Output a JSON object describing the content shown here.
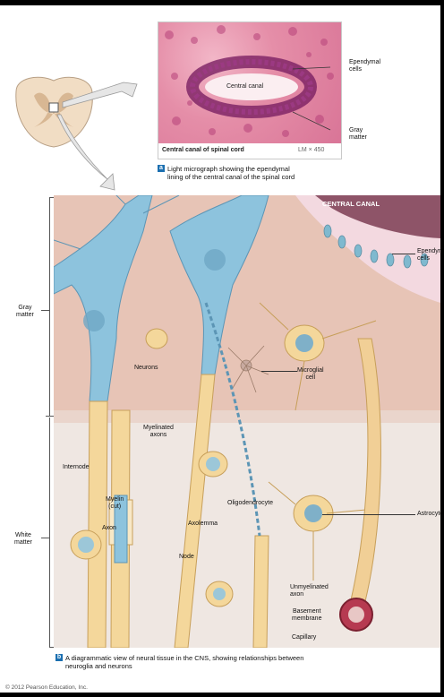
{
  "micrograph": {
    "center_label": "Central canal",
    "ependymal_label": "Ependymal\ncells",
    "gray_label": "Gray\nmatter",
    "footer_left": "Central canal of spinal cord",
    "footer_right": "LM × 450"
  },
  "caption_a": {
    "badge": "a",
    "line1": "Light micrograph showing the ependymal",
    "line2": "lining of the central canal of the spinal cord"
  },
  "diagram": {
    "central_canal": "CENTRAL CANAL",
    "labels": {
      "ependymal": "Ependymal\ncells",
      "gray_matter": "Gray\nmatter",
      "white_matter": "White\nmatter",
      "neurons": "Neurons",
      "microglial": "Microglial\ncell",
      "myelinated": "Myelinated\naxons",
      "internode": "Internode",
      "oligodendrocyte": "Oligodendrocyte",
      "myelin": "Myelin\n(cut)",
      "axolemma": "Axolemma",
      "axon": "Axon",
      "node": "Node",
      "astrocyte": "Astrocyte",
      "unmyelinated": "Unmyelinated\naxon",
      "basement": "Basement\nmembrane",
      "capillary": "Capillary"
    }
  },
  "caption_b": {
    "badge": "b",
    "line1": "A diagrammatic view of neural tissue in the CNS, showing relationships between",
    "line2": "neuroglia and neurons"
  },
  "copyright": "© 2012 Pearson Education, Inc.",
  "colors": {
    "neuron_blue": "#8dc3dd",
    "axon_yellow": "#f4d79b",
    "gray_matter_bg": "#e9c6b8",
    "white_matter_bg": "#efe6e0",
    "caption_badge": "#1b6fb0"
  }
}
